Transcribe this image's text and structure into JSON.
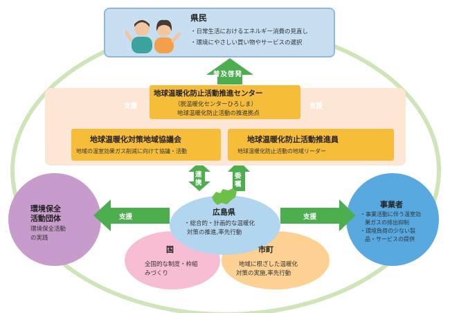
{
  "residents": {
    "title": "県民",
    "items": [
      "・日常生活におけるエネルギー消費の見直し",
      "・環境にやさしい買い物やサービスの選択"
    ]
  },
  "spread": {
    "label": "普及啓発"
  },
  "center": {
    "title": "地球温暖化防止活動推進センター",
    "sub1": "（脱温暖化センターひろしま）",
    "sub2": "地球温暖化防止活動の推進拠点"
  },
  "support_label": "支援",
  "council": {
    "title": "地球温暖化対策地域協議会",
    "desc": "地域の温室効果ガス削減に向けて協議・活動"
  },
  "promoter": {
    "title": "地球温暖化防止活動推進員",
    "desc": "地球温暖化防止活動の地域リーダー"
  },
  "cooperation": {
    "line1": "連",
    "line2": "携"
  },
  "commission": {
    "line1": "委",
    "line2": "嘱"
  },
  "prefecture": {
    "title": "広島県",
    "desc1": "・総合的・計画的な温暖化",
    "desc2": "対策の推進,率先行動"
  },
  "nation": {
    "title": "国",
    "desc1": "全国的な制度・枠組",
    "desc2": "みづくり"
  },
  "city": {
    "title": "市町",
    "desc1": "地域に根ざした温暖化",
    "desc2": "対策の実施,率先行動"
  },
  "env_group": {
    "title1": "環境保全",
    "title2": "活動団体",
    "desc1": "環境保全活動",
    "desc2": "の実践"
  },
  "business": {
    "title": "事業者",
    "d1": "・事業活動に伴う温室効",
    "d2": "果ガスの排出抑制",
    "d3": "・環境負荷の少ない製",
    "d4": "品・サービスの提供"
  },
  "colors": {
    "arrow_green": "#4dae4f",
    "ellipse_outline": "#cfe5b8",
    "yellow_box": "#f6bd3a",
    "peach_band": "#fde6d3",
    "residents_box": "#c8dff2",
    "prefecture_blue": "#b3d6f0",
    "nation_pink": "#f6b9d3",
    "city_orange": "#fbc97f",
    "env_group_purple": "#c79bcb",
    "business_blue": "#58a9e0"
  },
  "icons": [
    "residents-people-icon",
    "hiroshima-map-icon"
  ]
}
